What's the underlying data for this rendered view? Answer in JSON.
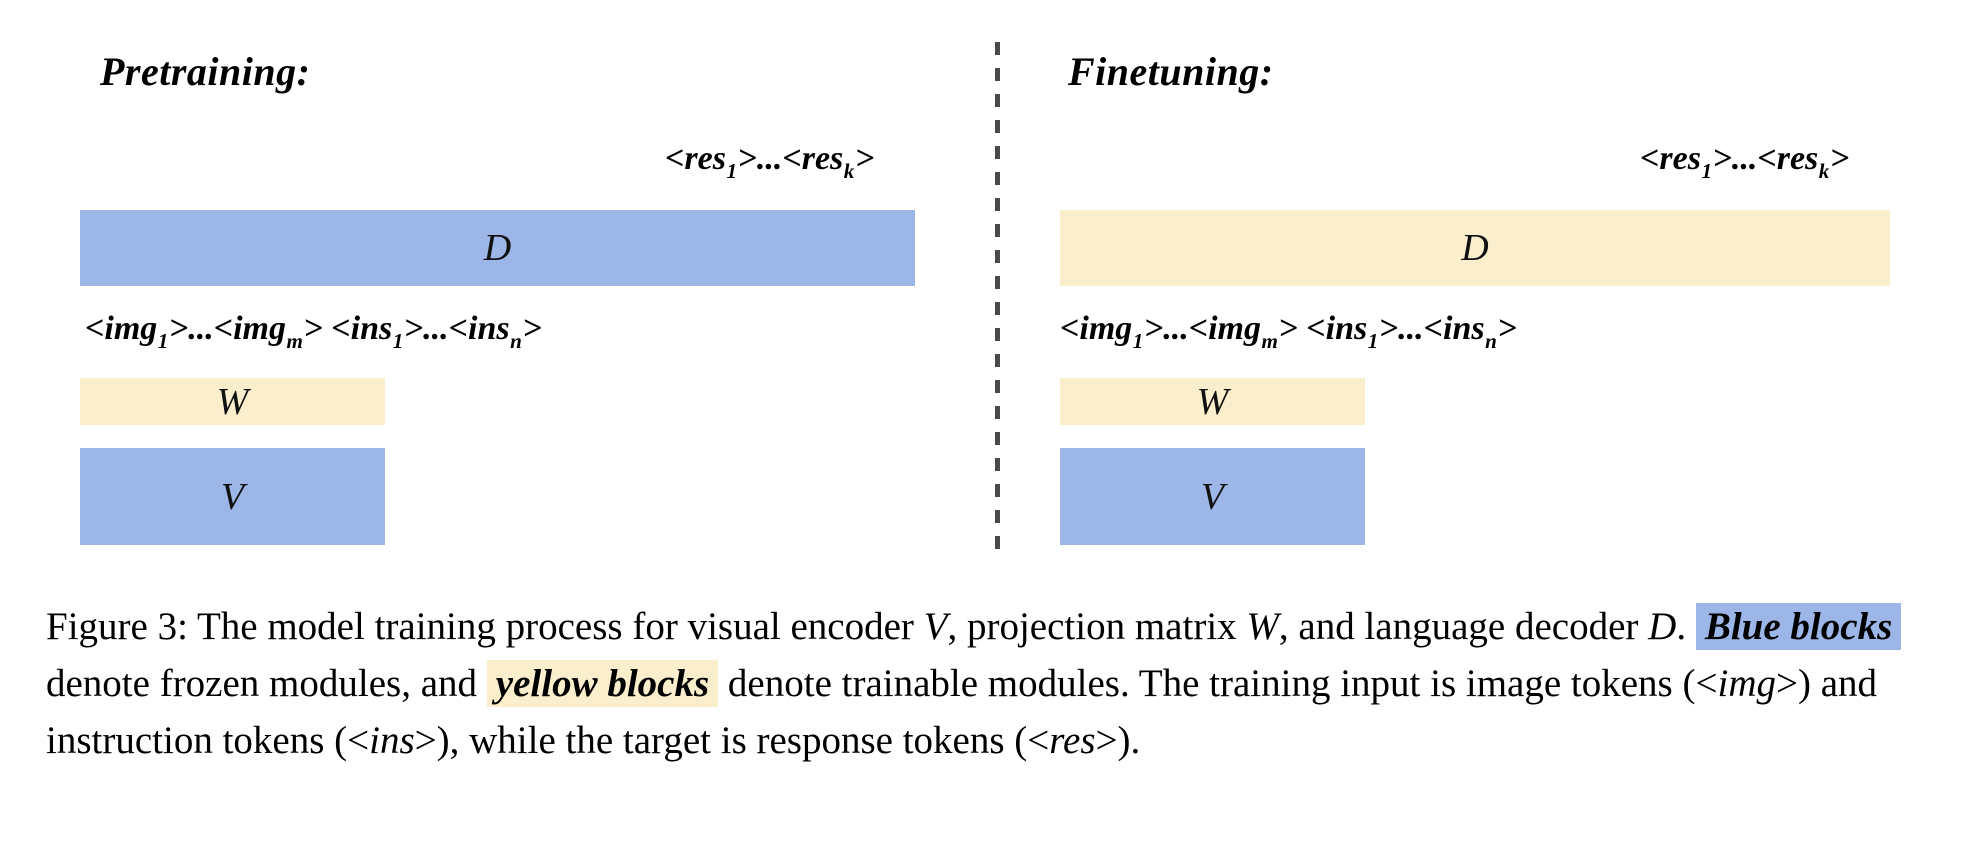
{
  "figure": {
    "divider": "dashed-vertical-divider",
    "colors": {
      "blue_block": "#9db6e8",
      "yellow_block": "#faeecc",
      "background": "#ffffff",
      "text": "#000000",
      "divider": "#4a4a4a"
    },
    "panels": [
      {
        "id": "pretraining",
        "title": "Pretraining:",
        "output_tokens": {
          "prefix": "<res",
          "sub_first": "1",
          "mid": ">...<res",
          "sub_last": "k",
          "suffix": ">"
        },
        "input_tokens": {
          "img_prefix": "<img",
          "img_sub_first": "1",
          "img_mid": ">...<img",
          "img_sub_last": "m",
          "img_suffix": ">",
          "ins_prefix": "<ins",
          "ins_sub_first": "1",
          "ins_mid": ">...<ins",
          "ins_sub_last": "n",
          "ins_suffix": ">"
        },
        "blocks": [
          {
            "label": "D",
            "color": "blue",
            "state": "frozen"
          },
          {
            "label": "W",
            "color": "yellow",
            "state": "trainable"
          },
          {
            "label": "V",
            "color": "blue",
            "state": "frozen"
          }
        ]
      },
      {
        "id": "finetuning",
        "title": "Finetuning:",
        "output_tokens": {
          "prefix": "<res",
          "sub_first": "1",
          "mid": ">...<res",
          "sub_last": "k",
          "suffix": ">"
        },
        "input_tokens": {
          "img_prefix": "<img",
          "img_sub_first": "1",
          "img_mid": ">...<img",
          "img_sub_last": "m",
          "img_suffix": ">",
          "ins_prefix": "<ins",
          "ins_sub_first": "1",
          "ins_mid": ">...<ins",
          "ins_sub_last": "n",
          "ins_suffix": ">"
        },
        "blocks": [
          {
            "label": "D",
            "color": "yellow",
            "state": "trainable"
          },
          {
            "label": "W",
            "color": "yellow",
            "state": "trainable"
          },
          {
            "label": "V",
            "color": "blue",
            "state": "frozen"
          }
        ]
      }
    ]
  },
  "caption": {
    "label": "Figure 3:",
    "seg1": " The model training process for visual encoder ",
    "math_v": "V",
    "seg2": ", projection matrix ",
    "math_w": "W",
    "seg3": ", and language decoder ",
    "math_d": "D",
    "seg4": ". ",
    "highlight_blue": "Blue blocks",
    "seg5": " denote frozen modules, and ",
    "highlight_yellow": "yellow blocks",
    "seg6": " denote trainable modules. The training input is image tokens (<",
    "tok_img": "img",
    "seg7": ">) and instruction tokens (<",
    "tok_ins": "ins",
    "seg8": ">), while the target is response tokens (<",
    "tok_res": "res",
    "seg9": ">)."
  }
}
